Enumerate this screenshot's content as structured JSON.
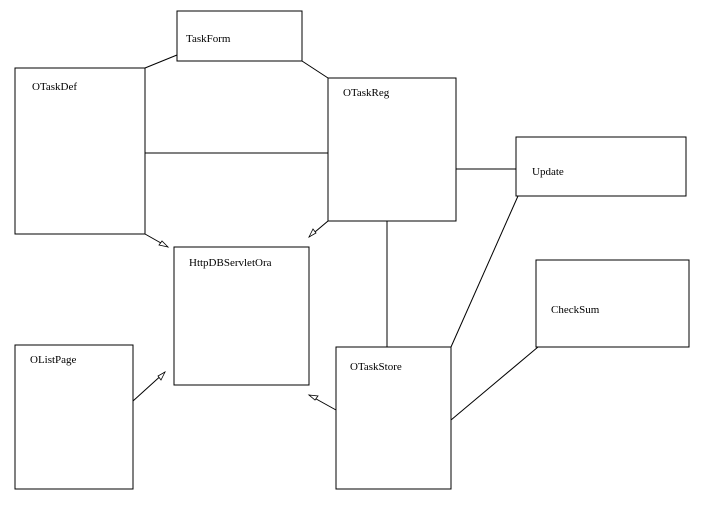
{
  "diagram": {
    "nodes": {
      "taskform": "TaskForm",
      "otaskdef": "OTaskDef",
      "otaskreg": "OTaskReg",
      "update": "Update",
      "httpdbservletora": "HttpDBServletOra",
      "checksum": "CheckSum",
      "olistpage": "OListPage",
      "otaskstore": "OTaskStore"
    },
    "edges": [
      {
        "from": "otaskdef",
        "to": "taskform",
        "arrow": false
      },
      {
        "from": "taskform",
        "to": "otaskreg",
        "arrow": false
      },
      {
        "from": "otaskdef",
        "to": "otaskreg",
        "arrow": false
      },
      {
        "from": "otaskreg",
        "to": "update",
        "arrow": false
      },
      {
        "from": "otaskreg",
        "to": "otaskstore",
        "arrow": false
      },
      {
        "from": "otaskstore",
        "to": "update",
        "arrow": false
      },
      {
        "from": "otaskstore",
        "to": "checksum",
        "arrow": false
      },
      {
        "from": "otaskdef",
        "to": "httpdbservletora",
        "arrow": true
      },
      {
        "from": "otaskreg",
        "to": "httpdbservletora",
        "arrow": true
      },
      {
        "from": "olistpage",
        "to": "httpdbservletora",
        "arrow": true
      },
      {
        "from": "otaskstore",
        "to": "httpdbservletora",
        "arrow": true
      }
    ]
  }
}
